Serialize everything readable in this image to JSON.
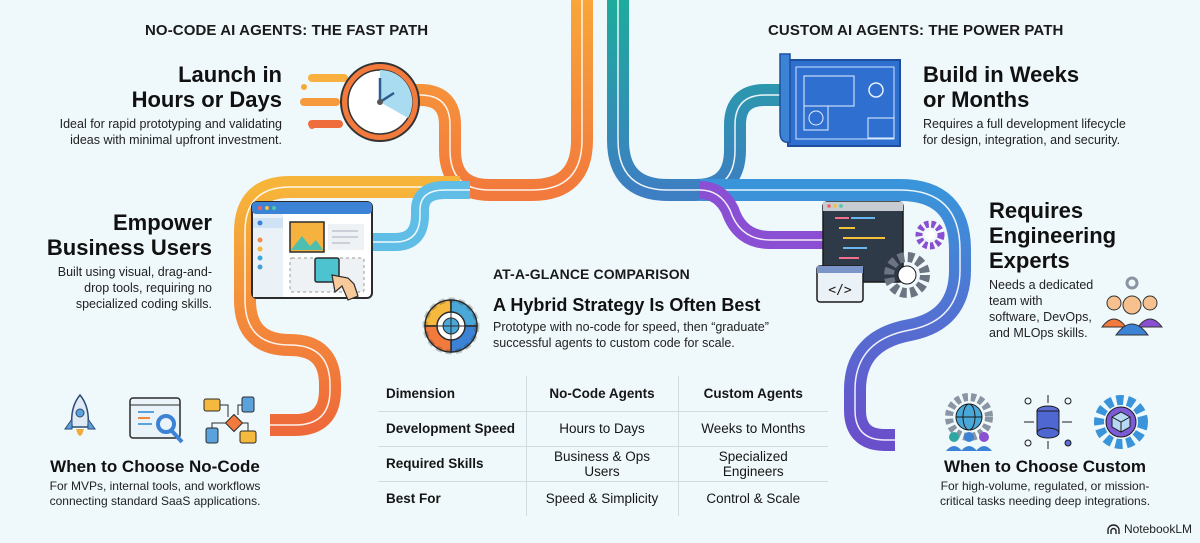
{
  "brand": {
    "label": "NotebookLM",
    "icon": "notebooklm-logo-icon"
  },
  "left": {
    "section_title": "NO-CODE AI AGENTS: THE FAST PATH",
    "accent_colors": [
      "#f7b733",
      "#f58a3a",
      "#ef6c3c",
      "#5bbde4"
    ],
    "items": [
      {
        "title_line1": "Launch in",
        "title_line2": "Hours or Days",
        "body_line1": "Ideal for rapid prototyping and validating",
        "body_line2": "ideas with minimal upfront investment.",
        "icon": "stopwatch-icon"
      },
      {
        "title_line1": "Empower",
        "title_line2": "Business Users",
        "body_line1": "Built using visual, drag-and-",
        "body_line2": "drop tools, requiring no",
        "body_line3": "specialized coding skills.",
        "icon": "drag-drop-builder-icon"
      },
      {
        "title": "When to Choose No-Code",
        "body_line1": "For MVPs, internal tools, and workflows",
        "body_line2": "connecting standard SaaS applications.",
        "icons": [
          "rocket-icon",
          "browser-wrench-icon",
          "workflow-icon"
        ]
      }
    ]
  },
  "right": {
    "section_title": "CUSTOM AI AGENTS: THE POWER PATH",
    "accent_colors": [
      "#1fa5a0",
      "#3e7fc4",
      "#3b93d8",
      "#8a4fd0",
      "#6a55c8"
    ],
    "items": [
      {
        "title_line1": "Build in Weeks",
        "title_line2": "or Months",
        "body_line1": "Requires a full development lifecycle",
        "body_line2": "for design, integration, and security.",
        "icon": "blueprint-icon"
      },
      {
        "title_line1": "Requires",
        "title_line2": "Engineering",
        "title_line3": "Experts",
        "body_line1": "Needs a dedicated",
        "body_line2": "team with",
        "body_line3": "software, DevOps,",
        "body_line4": "and MLOps skills.",
        "icon": "code-gears-icon",
        "icon2": "engineering-team-icon"
      },
      {
        "title": "When to Choose Custom",
        "body_line1": "For high-volume, regulated, or mission-",
        "body_line2": "critical tasks needing deep integrations.",
        "icons": [
          "global-team-gear-icon",
          "database-network-icon",
          "cube-gear-icon"
        ]
      }
    ]
  },
  "center": {
    "section_title": "AT-A-GLANCE COMPARISON",
    "hybrid_title": "A Hybrid Strategy Is Often Best",
    "hybrid_body_line1": "Prototype with no-code for speed, then “graduate”",
    "hybrid_body_line2": "successful agents to custom code for scale.",
    "hybrid_icon": "hybrid-gear-icon",
    "table": {
      "headers": [
        "Dimension",
        "No-Code Agents",
        "Custom Agents"
      ],
      "rows": [
        [
          "Development Speed",
          "Hours to Days",
          "Weeks to Months"
        ],
        [
          "Required Skills",
          "Business & Ops Users",
          "Specialized Engineers"
        ],
        [
          "Best For",
          "Speed & Simplicity",
          "Control & Scale"
        ]
      ]
    }
  }
}
